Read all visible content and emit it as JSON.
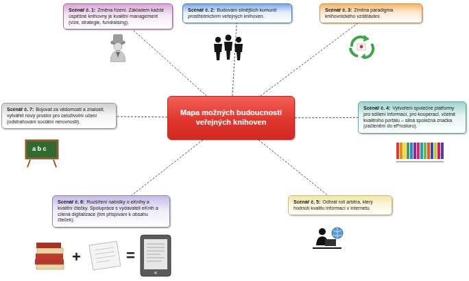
{
  "diagram": {
    "nodes": [
      {
        "text": [
          "Scénář č. 1:",
          "Změna řízení. Základem každé úspěšné knihovny je kvalitní management (vize, strategie, fundraising)."
        ]
      },
      {
        "text": [
          "Scénář č. 2:",
          "Budování silnějších komunit prostřednictvím veřejných knihoven."
        ]
      },
      {
        "text": [
          "Scénář č. 3:",
          "Změna paradigma knihovnického vzdělávání."
        ]
      },
      {
        "text": [
          "Scénář č. 7:",
          "Bojovat za vědomosti a znalosti, vytvářet nový prostor pro celoživotní učení (odstraňování sociální nerovnosti)."
        ]
      },
      {
        "text": [
          "Mapa možných budoucností veřejných knihoven"
        ]
      },
      {
        "text": [
          "Scénář č. 4:",
          "Vytvoření společné platformy pro sdílení informací, pro kooperaci, včetně kvalitního portálu – silná společná značka (začlenění do eProstoru)."
        ]
      },
      {
        "text": [
          "Scénář č. 6:",
          "Rozšíření nabídky o eKnihy a kvalitní čtečky. Spolupráce s vydavateli eKnih a cílená digitalizace (tím přispívání k obsahu čteček)."
        ]
      },
      {
        "text": [
          "Scénář č. 5:",
          "Odhrát roli arbitra, který hodnotí kvalitu informací v internetu."
        ]
      }
    ],
    "edges": [
      {
        "from": 4,
        "to": 0,
        "arrow": "none"
      },
      {
        "from": 4,
        "to": 1,
        "arrow": "none"
      },
      {
        "from": 4,
        "to": 2,
        "arrow": "none"
      },
      {
        "from": 4,
        "to": 3,
        "arrow": "none"
      },
      {
        "from": 4,
        "to": 5,
        "arrow": "none"
      },
      {
        "from": 4,
        "to": 6,
        "arrow": "none"
      },
      {
        "from": 4,
        "to": 7,
        "arrow": "none"
      }
    ],
    "labels": [
      "a b c",
      "+",
      "="
    ]
  }
}
